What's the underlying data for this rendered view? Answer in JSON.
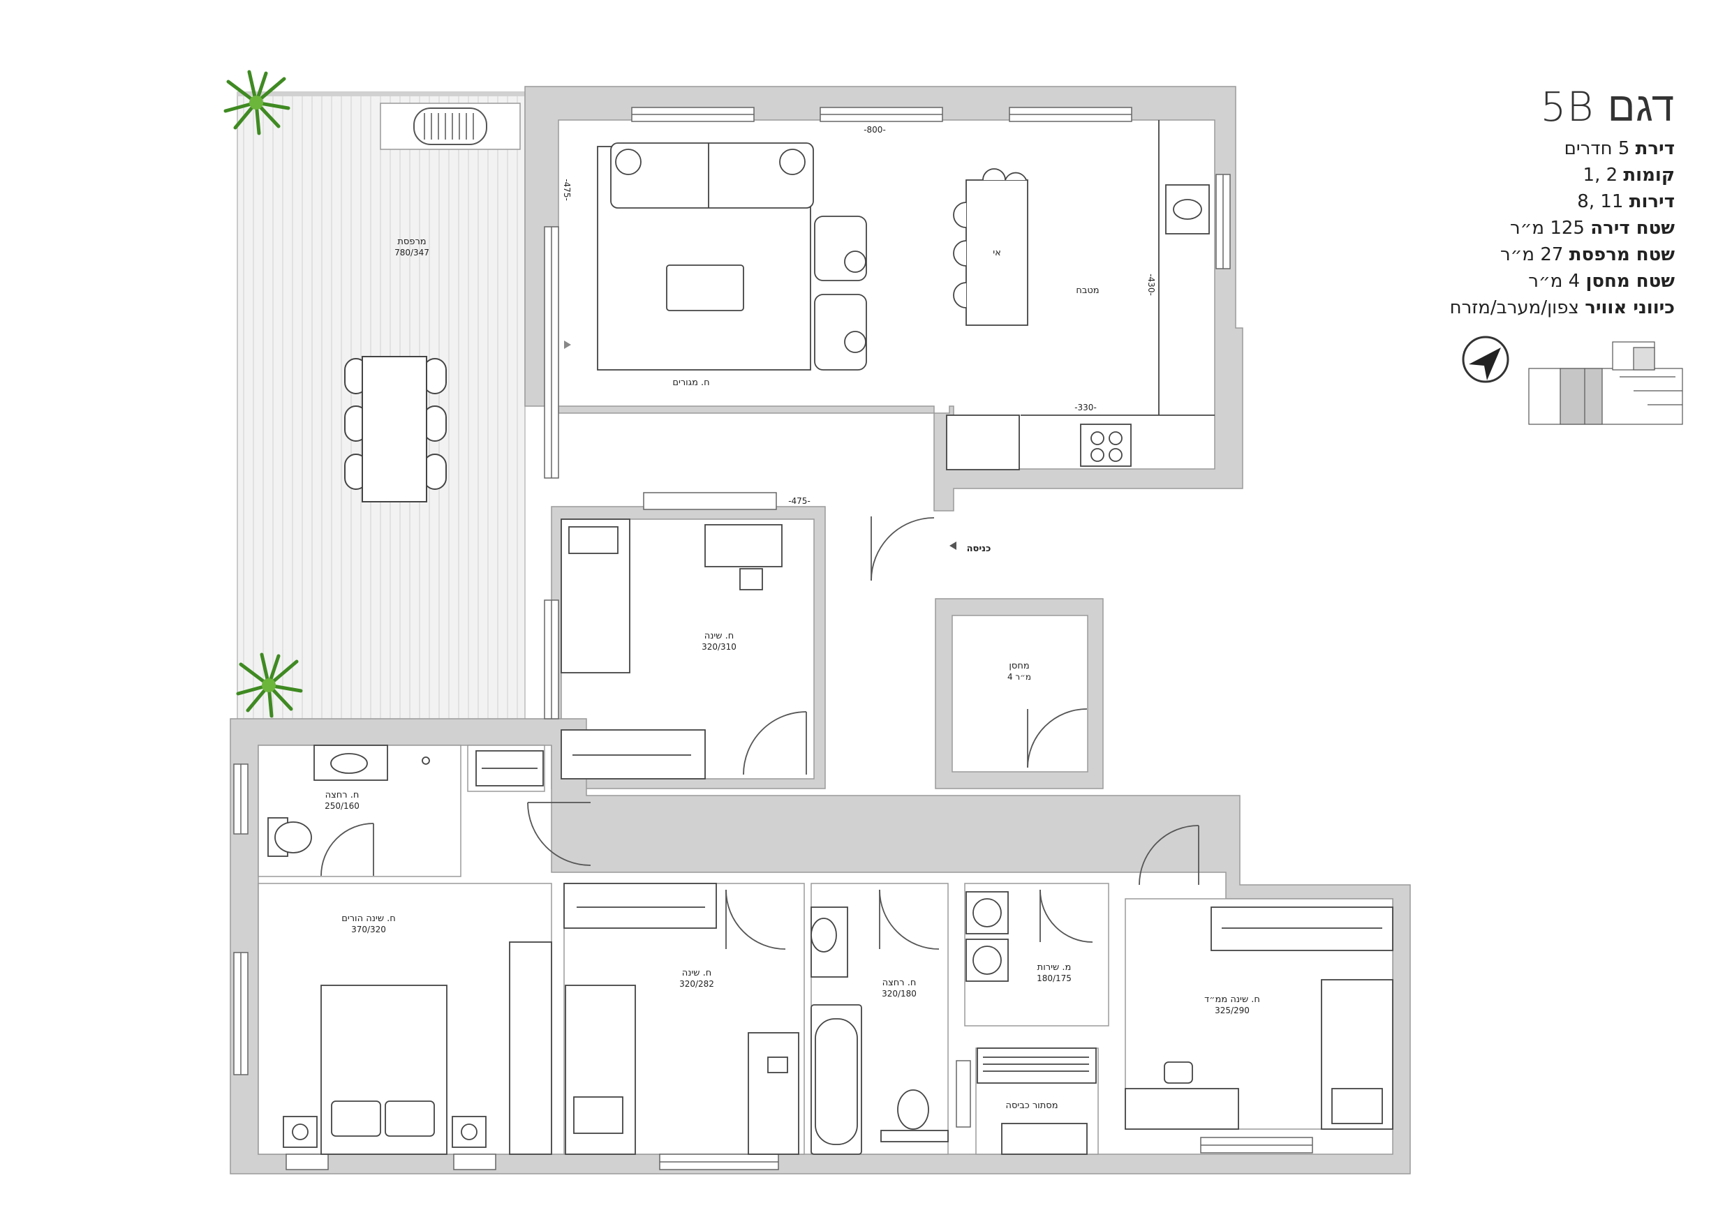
{
  "header": {
    "model": "דגם 5B",
    "specs": [
      {
        "label": "דירת",
        "value": "5 חדרים"
      },
      {
        "label": "קומות",
        "value": "2 ,1"
      },
      {
        "label": "דירות",
        "value": "11 ,8"
      },
      {
        "label": "שטח דירה",
        "value": "125 מ״ר"
      },
      {
        "label": "שטח מרפסת",
        "value": "27 מ״ר"
      },
      {
        "label": "שטח מחסן",
        "value": "4 מ״ר"
      },
      {
        "label": "כיווני אוויר",
        "value": "צפון/מערב/מזרח"
      }
    ]
  },
  "rooms": {
    "balcony": {
      "name": "מרפסת",
      "size": "780/347"
    },
    "living": {
      "name": "ח. מגורים"
    },
    "kitchen": {
      "name": "מטבח",
      "island": "אי"
    },
    "bedroom1": {
      "name": "ח. שינה",
      "size": "320/310"
    },
    "storage": {
      "name": "מחסן",
      "size": "4 מ״ר"
    },
    "entrance": {
      "name": "כניסה"
    },
    "bath1": {
      "name": "ח. רחצה",
      "size": "250/160"
    },
    "master": {
      "name": "ח. שינה הורים",
      "size": "370/320"
    },
    "bedroom2": {
      "name": "ח. שינה",
      "size": "320/282"
    },
    "bath2": {
      "name": "ח. רחצה",
      "size": "320/180"
    },
    "service": {
      "name": "מ. שירות",
      "size": "180/175"
    },
    "laundry": {
      "name": "מסתור כביסה"
    },
    "safe_room": {
      "name": "ח. שינה ממ״ד",
      "size": "325/290"
    }
  },
  "dimensions": {
    "top": "-800-",
    "left": "-475-",
    "kitchen_h": "-430-",
    "kitchen_w": "-330-",
    "living_bottom": "-475-"
  },
  "colors": {
    "wall": "#d1d1d1",
    "wall_stroke": "#9a9a9a",
    "line": "#555555",
    "deck": "#eeeeee",
    "plant": "#4f9a2a"
  }
}
